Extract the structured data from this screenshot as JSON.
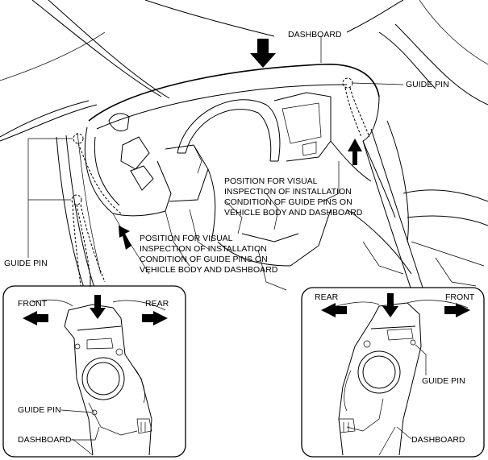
{
  "labels": {
    "dashboard_top": "DASHBOARD",
    "guide_pin_top_right": "GUIDE PIN",
    "guide_pin_left": "GUIDE PIN",
    "position_center": [
      "POSITION FOR VISUAL",
      "INSPECTION OF INSTALLATION",
      "CONDITION OF GUIDE PINS ON",
      "VEHICLE BODY AND DASHBOARD"
    ],
    "position_left": [
      "POSITION FOR VISUAL",
      "INSPECTION OF INSTALLATION",
      "CONDITION OF GUIDE PINS ON",
      "VEHICLE BODY AND DASHBOARD"
    ]
  },
  "left_detail": {
    "front": "FRONT",
    "rear": "REAR",
    "guide_pin": "GUIDE PIN",
    "dashboard": "DASHBOARD"
  },
  "right_detail": {
    "rear": "REAR",
    "front": "FRONT",
    "guide_pin": "GUIDE PIN",
    "dashboard": "DASHBOARD"
  }
}
